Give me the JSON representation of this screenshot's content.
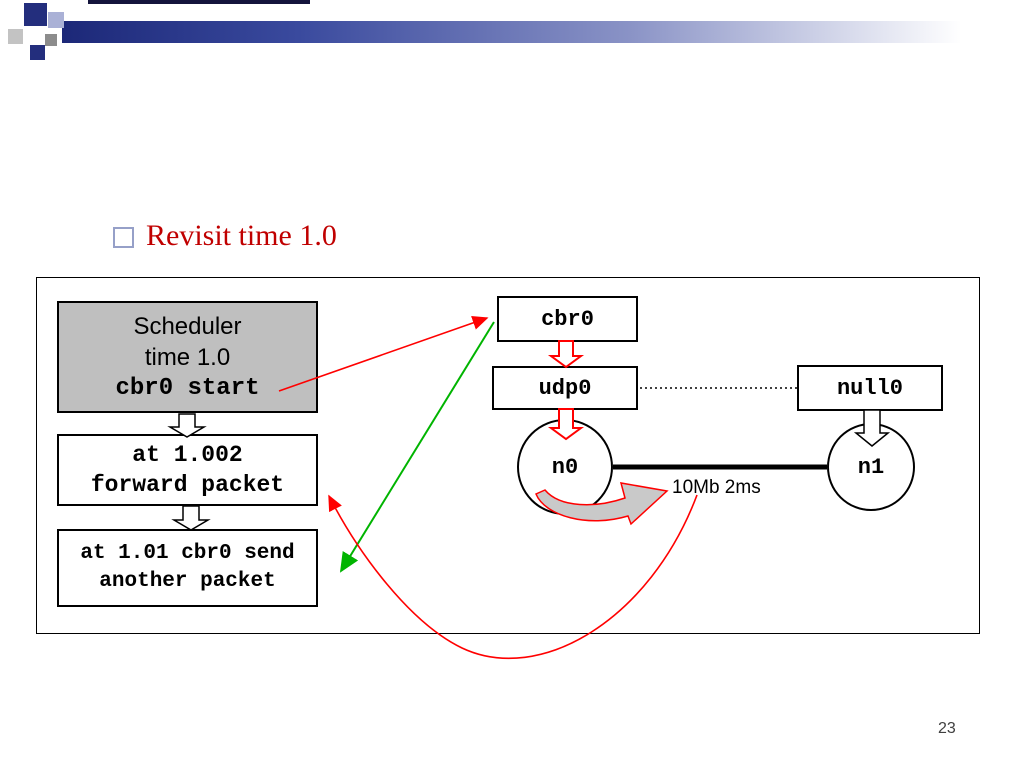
{
  "slide": {
    "title": "Revisit time 1.0",
    "page_number": "23"
  },
  "scheduler_box": {
    "line1": "Scheduler",
    "line2": "time 1.0",
    "line3": "cbr0 start"
  },
  "event_box_1": {
    "line1": "at 1.002",
    "line2": "forward packet"
  },
  "event_box_2": {
    "line1": "at 1.01 cbr0 send",
    "line2": "another packet"
  },
  "nodes": {
    "cbr0": "cbr0",
    "udp0": "udp0",
    "null0": "null0",
    "n0": "n0",
    "n1": "n1"
  },
  "link": {
    "label": "10Mb 2ms"
  },
  "icons": {
    "bullet": "square-outline"
  },
  "colors": {
    "title_red": "#c00000",
    "accent_navy": "#232e7d",
    "arrow_red": "#ff0000",
    "arrow_green": "#00b400",
    "scheduler_gray": "#bfbfbf"
  }
}
